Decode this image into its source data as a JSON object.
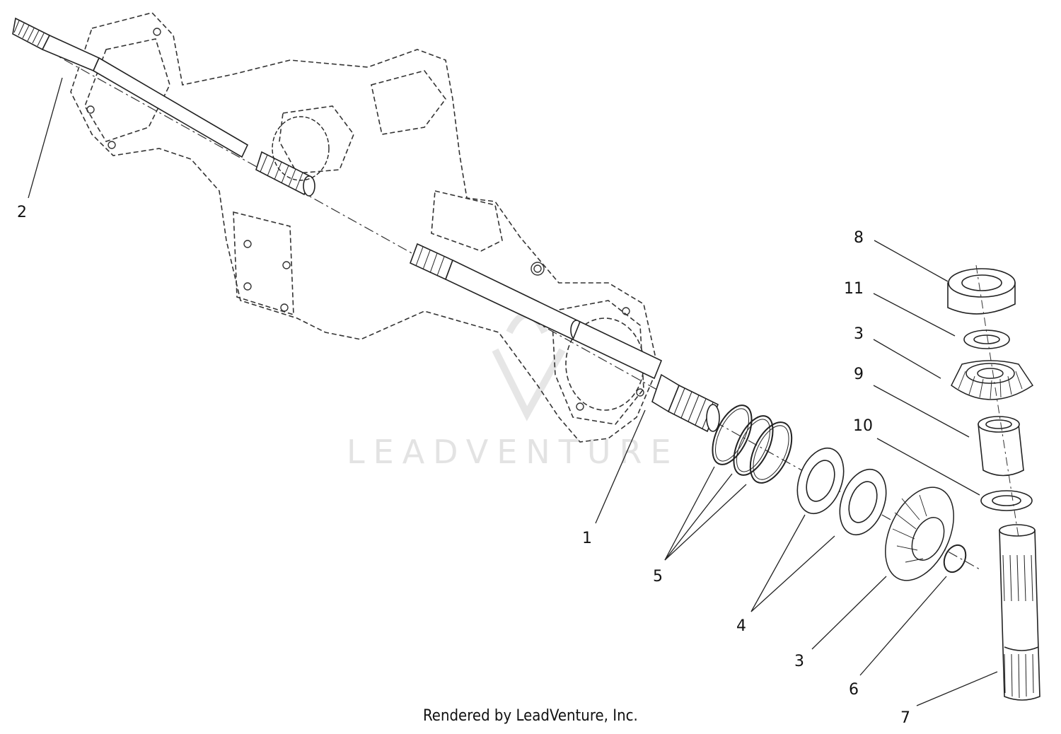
{
  "diagram": {
    "callouts": [
      "2",
      "1",
      "5",
      "4",
      "3",
      "6",
      "7",
      "8",
      "11",
      "3",
      "9",
      "10"
    ],
    "watermark": "LEADVENTURE",
    "credit": "Rendered by LeadVenture, Inc."
  },
  "colors": {
    "line": "#222222",
    "watermark": "#e3e3e3"
  }
}
